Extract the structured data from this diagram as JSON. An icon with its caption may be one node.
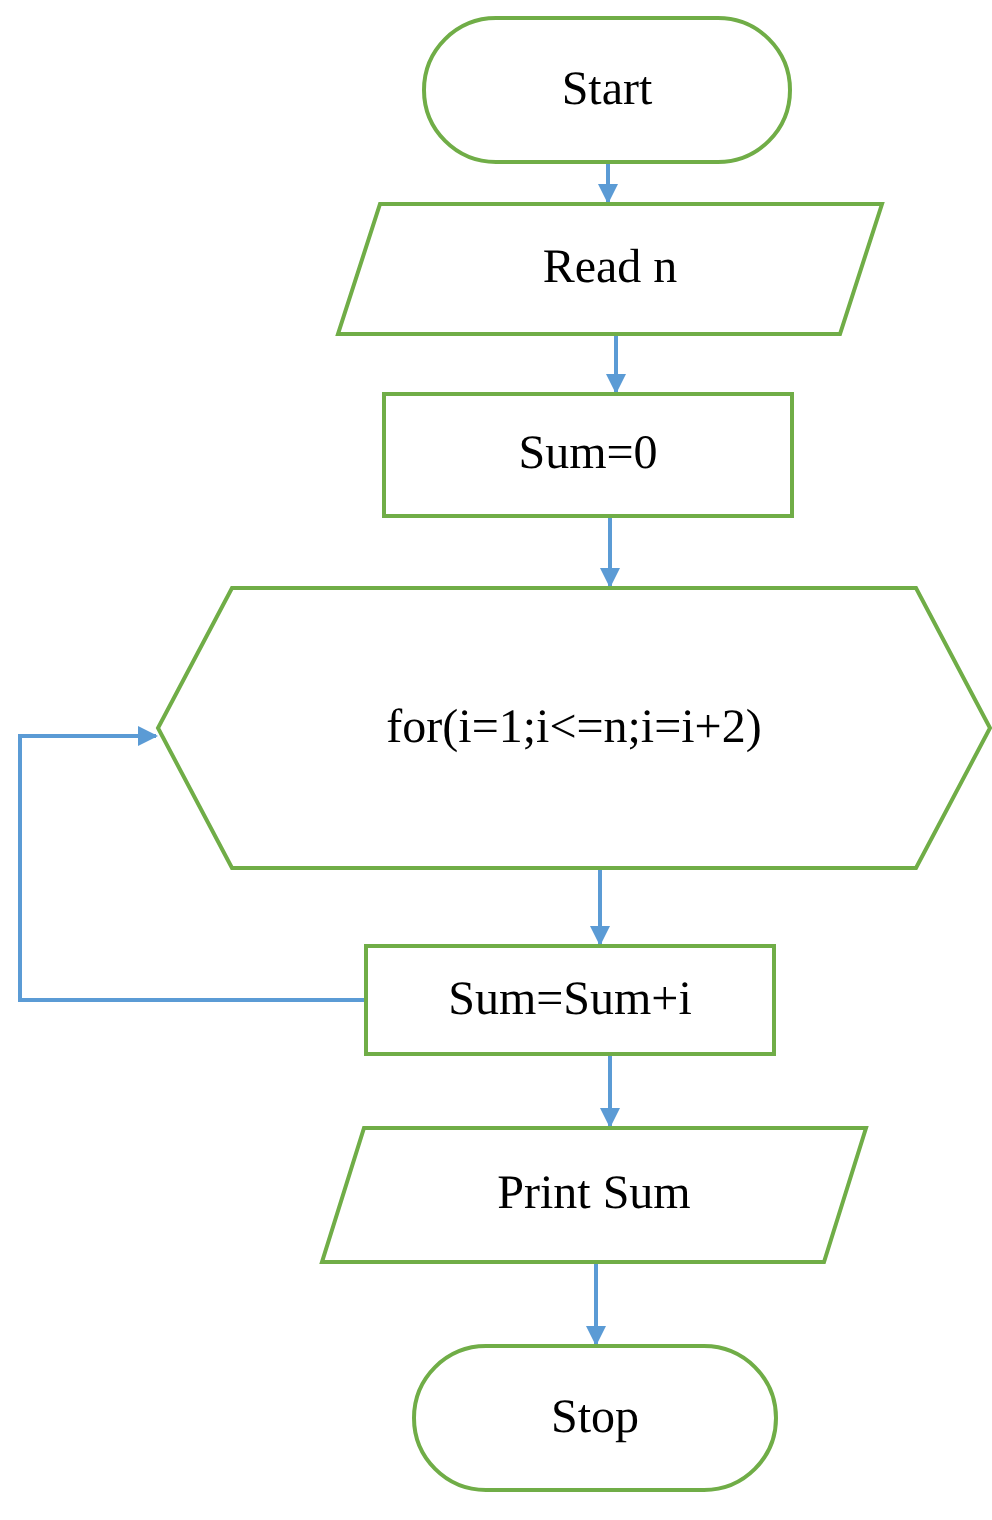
{
  "diagram": {
    "nodes": [
      {
        "text": [
          "Start"
        ]
      },
      {
        "text": [
          "Read n"
        ]
      },
      {
        "text": [
          "Sum=0"
        ]
      },
      {
        "text": [
          "for(i=1;i<=n;i=i+2)"
        ]
      },
      {
        "text": [
          "Sum=Sum+i"
        ]
      },
      {
        "text": [
          "Print Sum"
        ]
      },
      {
        "text": [
          "Stop"
        ]
      }
    ],
    "edges": [
      {
        "from": 0,
        "to": 1,
        "arrow": "to"
      },
      {
        "from": 1,
        "to": 2,
        "arrow": "to"
      },
      {
        "from": 2,
        "to": 3,
        "arrow": "to"
      },
      {
        "from": 3,
        "to": 4,
        "arrow": "to"
      },
      {
        "from": 4,
        "to": 3,
        "arrow": "to"
      },
      {
        "from": 4,
        "to": 5,
        "arrow": "to"
      },
      {
        "from": 5,
        "to": 6,
        "arrow": "to"
      }
    ]
  }
}
